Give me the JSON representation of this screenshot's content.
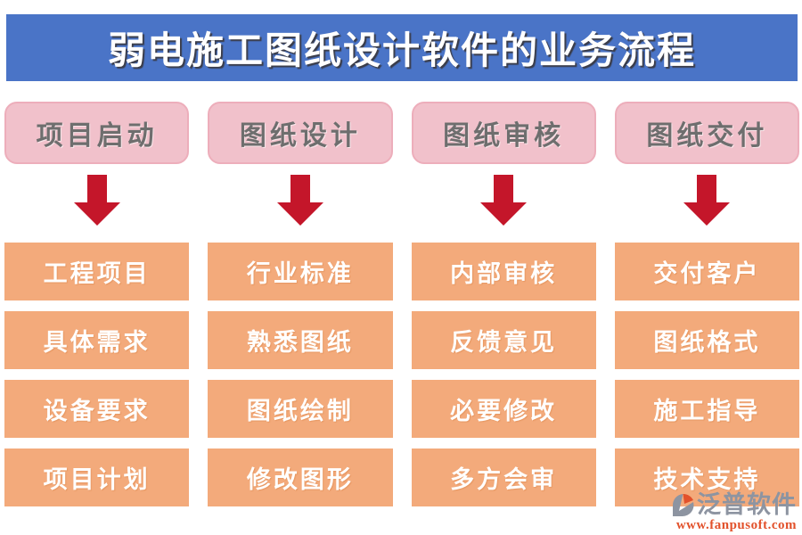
{
  "title": "弱电施工图纸设计软件的业务流程",
  "columns": [
    {
      "stage": "项目启动",
      "tasks": [
        "工程项目",
        "具体需求",
        "设备要求",
        "项目计划"
      ]
    },
    {
      "stage": "图纸设计",
      "tasks": [
        "行业标准",
        "熟悉图纸",
        "图纸绘制",
        "修改图形"
      ]
    },
    {
      "stage": "图纸审核",
      "tasks": [
        "内部审核",
        "反馈意见",
        "必要修改",
        "多方会审"
      ]
    },
    {
      "stage": "图纸交付",
      "tasks": [
        "交付客户",
        "图纸格式",
        "施工指导",
        "技术支持"
      ]
    }
  ],
  "logo": {
    "name": "泛普软件",
    "url_text": "www.fanpusoft.com",
    "icon": "fanpu-swoosh-icon"
  },
  "colors": {
    "banner_bg": "#4a74c7",
    "title_text": "#ffffff",
    "stage_bg": "#f1c1cb",
    "stage_border": "#edaebb",
    "stage_text": "#6e6e6e",
    "task_bg": "#f3aa7b",
    "task_text": "#ffffff",
    "arrow": "#c4162a",
    "logo_gray": "#8d94a1",
    "logo_url": "#e2512b"
  }
}
